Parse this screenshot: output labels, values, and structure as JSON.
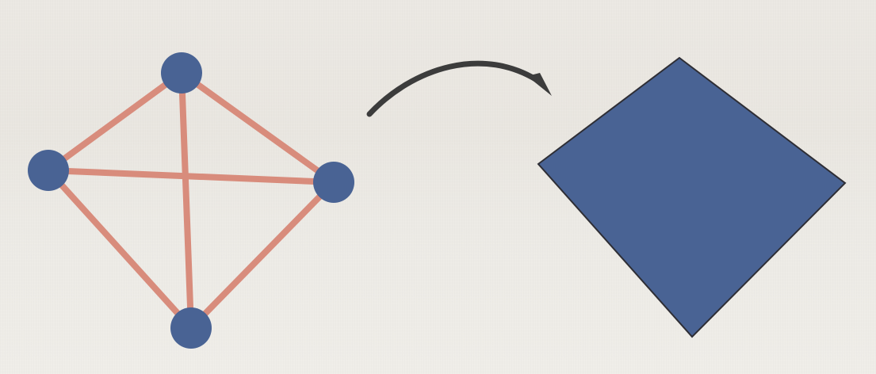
{
  "colors": {
    "background": "#ebe8e2",
    "node": "#496394",
    "edge": "#d88c7c",
    "arrow": "#3c3c3c",
    "shape_fill": "#496394",
    "shape_stroke": "#2e2e35"
  },
  "graph": {
    "nodes": [
      "top",
      "left",
      "right",
      "bottom"
    ],
    "edges": [
      [
        "top",
        "left"
      ],
      [
        "top",
        "right"
      ],
      [
        "top",
        "bottom"
      ],
      [
        "left",
        "right"
      ],
      [
        "left",
        "bottom"
      ],
      [
        "right",
        "bottom"
      ]
    ]
  },
  "transform_arrow": {
    "direction": "left-to-right"
  },
  "result_shape": {
    "type": "quadrilateral"
  }
}
